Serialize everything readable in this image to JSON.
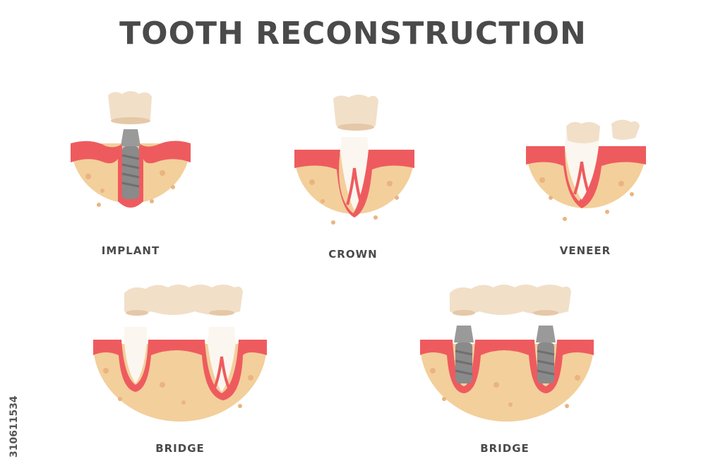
{
  "title": "TOOTH RECONSTRUCTION",
  "panels": [
    {
      "label": "IMPLANT"
    },
    {
      "label": "CROWN"
    },
    {
      "label": "VENEER"
    },
    {
      "label": "BRIDGE"
    },
    {
      "label": "BRIDGE"
    }
  ],
  "stock_id": "310611534",
  "colors": {
    "bone": "#f3cf9b",
    "bone_spots": "#eab480",
    "gum": "#ee5b5f",
    "tooth": "#fbf6ef",
    "crown": "#f2dfc8",
    "implant": "#8a8a8a",
    "title": "#4a4a4a"
  }
}
